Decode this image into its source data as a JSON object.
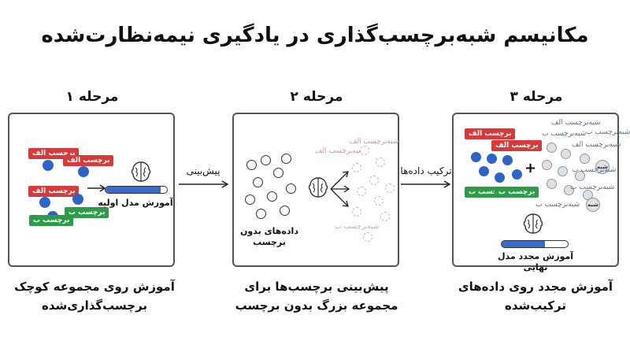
{
  "title": "مکانیسم شبه‌برچسب‌گذاری در یادگیری نیمه‌نظارت‌شده",
  "stages": {
    "s1": "مرحله ۱",
    "s2": "مرحله ۲",
    "s3": "مرحله ۳"
  },
  "arrows": {
    "predict": "پیش‌بینی",
    "combine": "ترکیب داده‌ها"
  },
  "panel1": {
    "label_a": "برچسب الف",
    "label_b": "برچسب ب",
    "model": "آموزش مدل اولیه",
    "progress": 0.9
  },
  "panel2": {
    "unlabeled": "داده‌های بدون برچسب",
    "pseudo_a": "شبه‌برچسب الف",
    "pseudo_b": "شبه‌برچسب ب"
  },
  "panel3": {
    "label_a": "برچسب الف",
    "label_b": "برچسب ب",
    "pseudo_a": "شبه‌برچسب الف",
    "pseudo_b": "شبه‌برچسب ب",
    "pseudo": "شبه",
    "plus": "+",
    "model": "آموزش مجدد مدل نهایی",
    "progress": 0.65
  },
  "captions": {
    "c1_line1": "آموزش روی مجموعه کوچک",
    "c1_line2": "برچسب‌گذاری‌شده",
    "c2_line1": "پیش‌بینی برچسب‌ها برای",
    "c2_line2": "مجموعه بزرگ بدون برچسب",
    "c3_line1": "آموزش مجدد روی داده‌های",
    "c3_line2": "ترکیب‌شده"
  },
  "icons": {
    "model": "brain-icon",
    "arrow": "arrow-right-icon"
  },
  "colors": {
    "label_a": "#d63a3a",
    "label_b": "#2e9b48",
    "labeled_point": "#2d64c7",
    "progress": "#3b6ac9"
  }
}
